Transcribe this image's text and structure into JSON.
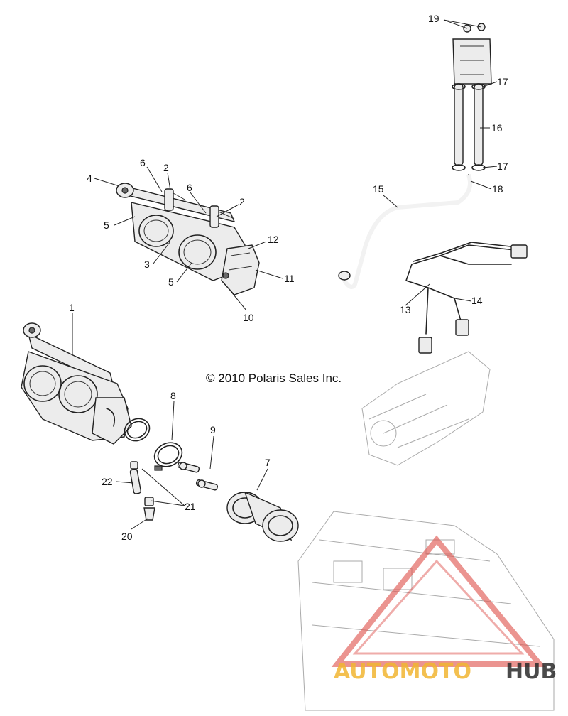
{
  "copyright": "© 2010 Polaris Sales Inc.",
  "watermark": {
    "text_a": "AUTOMOTO",
    "text_b": "HUB",
    "colors": {
      "accent": "#e05a55",
      "gold": "#f2b632",
      "dark": "#2b2b2b"
    }
  },
  "callouts": [
    {
      "id": "c1",
      "text": "1"
    },
    {
      "id": "c2a",
      "text": "2"
    },
    {
      "id": "c2b",
      "text": "2"
    },
    {
      "id": "c3",
      "text": "3"
    },
    {
      "id": "c4",
      "text": "4"
    },
    {
      "id": "c5a",
      "text": "5"
    },
    {
      "id": "c5b",
      "text": "5"
    },
    {
      "id": "c6a",
      "text": "6"
    },
    {
      "id": "c6b",
      "text": "6"
    },
    {
      "id": "c7",
      "text": "7"
    },
    {
      "id": "c8",
      "text": "8"
    },
    {
      "id": "c9",
      "text": "9"
    },
    {
      "id": "c10",
      "text": "10"
    },
    {
      "id": "c11",
      "text": "11"
    },
    {
      "id": "c12",
      "text": "12"
    },
    {
      "id": "c13",
      "text": "13"
    },
    {
      "id": "c14",
      "text": "14"
    },
    {
      "id": "c15",
      "text": "15"
    },
    {
      "id": "c16",
      "text": "16"
    },
    {
      "id": "c17a",
      "text": "17"
    },
    {
      "id": "c17b",
      "text": "17"
    },
    {
      "id": "c18",
      "text": "18"
    },
    {
      "id": "c19",
      "text": "19"
    },
    {
      "id": "c20",
      "text": "20"
    },
    {
      "id": "c21",
      "text": "21"
    },
    {
      "id": "c22",
      "text": "22"
    }
  ]
}
